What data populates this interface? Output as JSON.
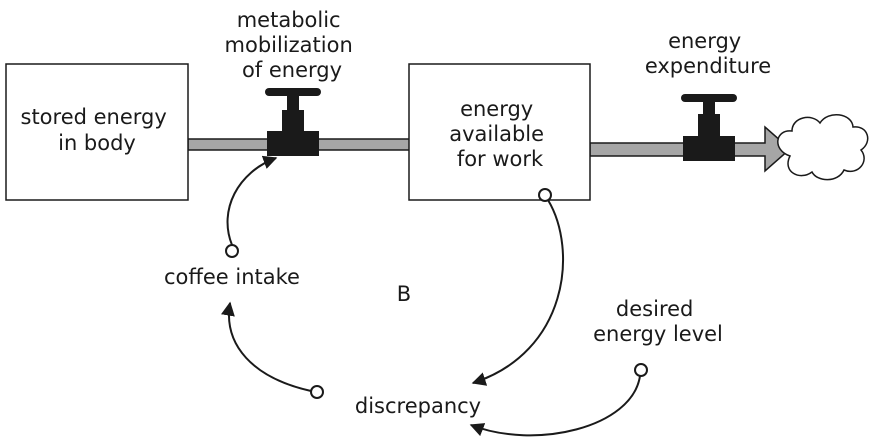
{
  "stocks": {
    "stored_energy": {
      "lines": [
        "stored energy",
        "in body"
      ]
    },
    "available_energy": {
      "lines": [
        "energy",
        "available",
        "for work"
      ]
    }
  },
  "flows": {
    "mobilization": {
      "lines": [
        "metabolic",
        "mobilization",
        "of energy"
      ]
    },
    "expenditure": {
      "lines": [
        "energy",
        "expenditure"
      ]
    }
  },
  "variables": {
    "coffee_intake": "coffee intake",
    "discrepancy": "discrepancy",
    "desired_energy_level": {
      "lines": [
        "desired",
        "energy level"
      ]
    }
  },
  "loop_marker": "B",
  "colors": {
    "pipe_fill": "#a6a6a6",
    "line": "#1a1a1a",
    "valve": "#1a1a1a",
    "background": "#ffffff"
  }
}
